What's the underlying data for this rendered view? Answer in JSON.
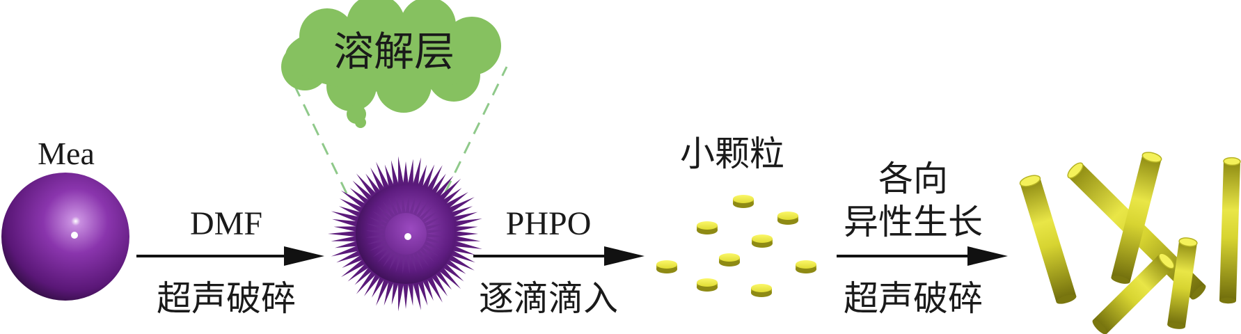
{
  "labels": {
    "mea": "Mea",
    "dissolved_layer": "溶解层",
    "step1_reagent": "DMF",
    "step1_condition": "超声破碎",
    "step2_reagent": "PHPO",
    "step2_condition": "逐滴滴入",
    "small_particles": "小颗粒",
    "step3_top_line1": "各向",
    "step3_top_line2": "异性生长",
    "step3_condition": "超声破碎"
  },
  "colors": {
    "sphere": "#6e1f8c",
    "spikes": "#5a1a7a",
    "cloud": "#86c160",
    "dashes": "#8fc98a",
    "particles": "#e6e23a",
    "rods": "#c9c72a",
    "arrow": "#111111",
    "text": "#1a1a1a"
  },
  "icons": {
    "sphere": "mea-sphere-icon",
    "spiky_sphere": "spiky-sphere-icon",
    "cloud": "cloud-callout-icon",
    "particle": "particle-disc-icon",
    "rod": "rod-crystal-icon",
    "arrow": "right-arrow-icon"
  }
}
